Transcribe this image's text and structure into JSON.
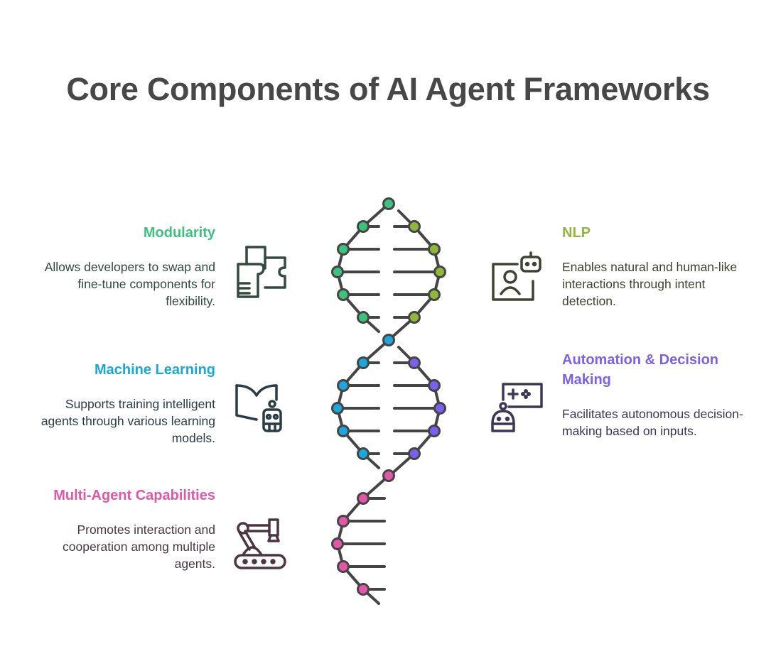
{
  "title": "Core Components of AI Agent Frameworks",
  "components": [
    {
      "id": "modularity",
      "heading": "Modularity",
      "description": "Allows developers to swap and fine-tune components for flexibility.",
      "color": "#3cc27f",
      "text_color": "#2f4a3e",
      "icon": "puzzle-document-icon"
    },
    {
      "id": "nlp",
      "heading": "NLP",
      "description": "Enables natural and human-like interactions through intent detection.",
      "color": "#8fb83a",
      "text_color": "#3e4232",
      "icon": "person-robot-chat-icon"
    },
    {
      "id": "ml",
      "heading": "Machine Learning",
      "description": "Supports training intelligent agents through various learning models.",
      "color": "#1aa7da",
      "text_color": "#2a3d45",
      "icon": "book-robot-icon"
    },
    {
      "id": "automation",
      "heading": "Automation & Decision Making",
      "description": "Facilitates autonomous decision-making based on inputs.",
      "color": "#7b5ff0",
      "text_color": "#3d3656",
      "icon": "robot-gamepad-icon"
    },
    {
      "id": "multiagent",
      "heading": "Multi-Agent Capabilities",
      "description": "Promotes interaction and cooperation among multiple agents.",
      "color": "#e257a8",
      "text_color": "#4a3540",
      "icon": "robotic-arm-conveyor-icon"
    }
  ],
  "strand_color": "#454545"
}
